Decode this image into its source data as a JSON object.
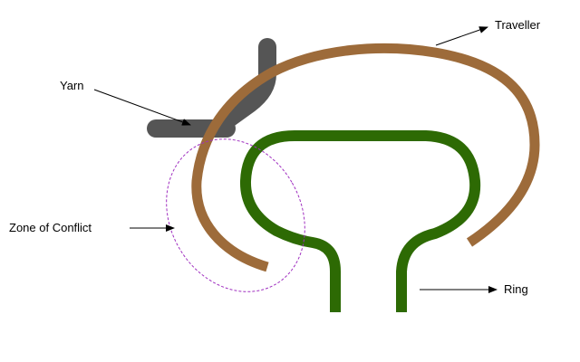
{
  "labels": {
    "yarn": "Yarn",
    "traveller": "Traveller",
    "zone": "Zone of Conflict",
    "ring": "Ring"
  },
  "colors": {
    "traveller": "#9d6b3a",
    "ring": "#2d6a04",
    "yarn": "#555555",
    "zone_outline": "#a030c0",
    "arrow": "#000000"
  }
}
